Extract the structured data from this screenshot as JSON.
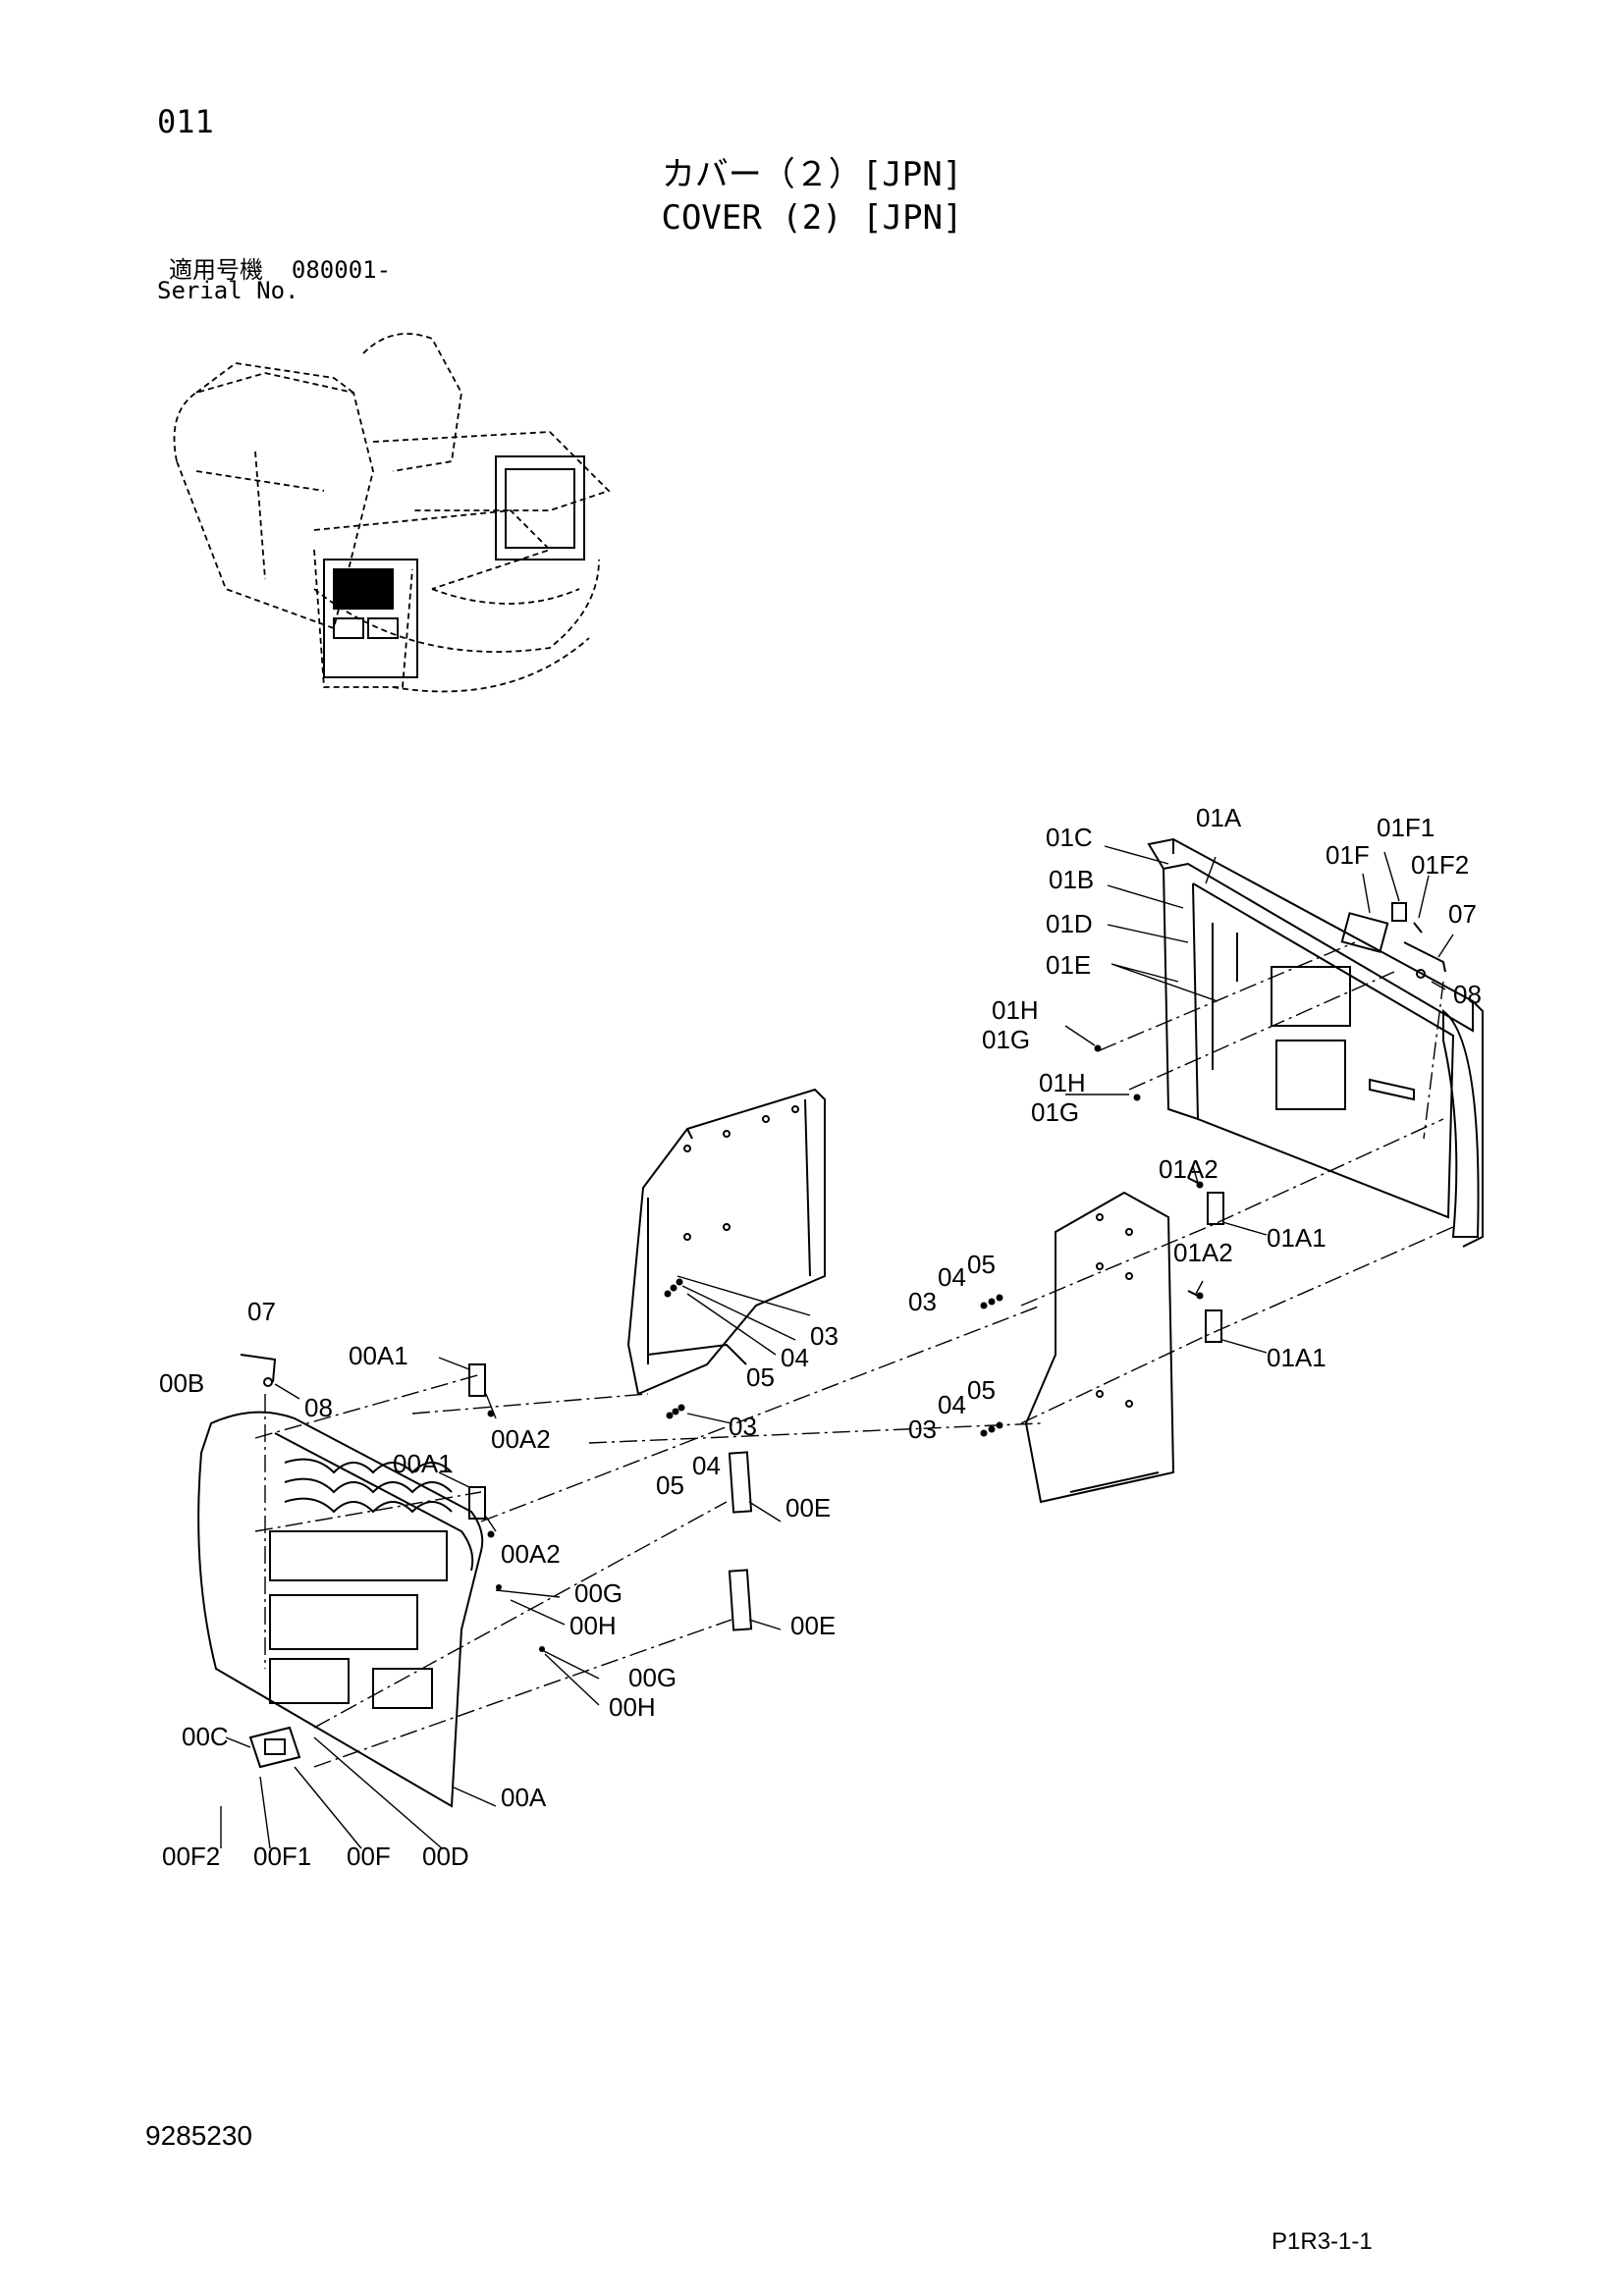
{
  "header": {
    "page_number": "011",
    "title_jp": "カバー（２）[JPN]",
    "title_en": "COVER (2) [JPN]",
    "serial_label_jp": "適用号機",
    "serial_value": "080001-",
    "serial_label_en": "Serial No."
  },
  "callouts": {
    "c01C": "01C",
    "c01A": "01A",
    "c01F1": "01F1",
    "c01F": "01F",
    "c01F2": "01F2",
    "c01B": "01B",
    "c07_r": "07",
    "c01D": "01D",
    "c01E": "01E",
    "c08_r": "08",
    "c01H_a": "01H",
    "c01G_a": "01G",
    "c01H_b": "01H",
    "c01G_b": "01G",
    "c01A2_a": "01A2",
    "c01A1_a": "01A1",
    "c01A2_b": "01A2",
    "c01A1_b": "01A1",
    "c05_ra": "05",
    "c04_ra": "04",
    "c03_ra": "03",
    "c05_rb": "05",
    "c04_rb": "04",
    "c03_rb": "03",
    "c03_ma": "03",
    "c04_ma": "04",
    "c05_ma": "05",
    "c03_mb": "03",
    "c04_mb": "04",
    "c05_mb": "05",
    "c07_l": "07",
    "c00A1_a": "00A1",
    "c00B": "00B",
    "c08_l": "08",
    "c00A2_a": "00A2",
    "c00A1_b": "00A1",
    "c00E_a": "00E",
    "c00A2_b": "00A2",
    "c00G_a": "00G",
    "c00H_a": "00H",
    "c00E_b": "00E",
    "c00G_b": "00G",
    "c00H_b": "00H",
    "c00C": "00C",
    "c00A": "00A",
    "c00F2": "00F2",
    "c00F1": "00F1",
    "c00F": "00F",
    "c00D": "00D"
  },
  "footer": {
    "document_number": "9285230",
    "reference_code": "P1R3-1-1"
  }
}
